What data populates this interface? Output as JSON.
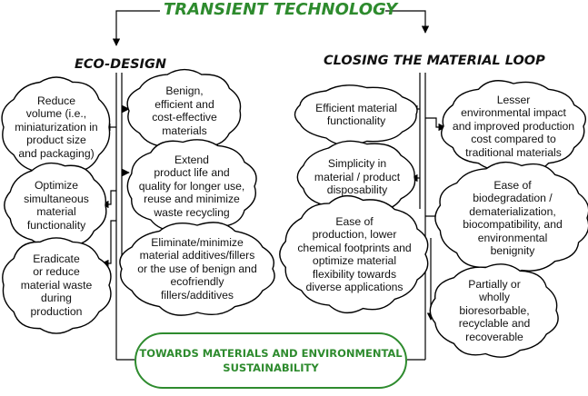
{
  "title": "TRANSIENT TECHNOLOGY",
  "sections": {
    "eco_design": "ECO-DESIGN",
    "closing_loop": "CLOSING THE MATERIAL LOOP"
  },
  "eco_design_left": [
    "Reduce\nvolume (i.e.,\nminiaturization in\nproduct size\nand packaging)",
    "Optimize\nsimultaneous\nmaterial\nfunctionality",
    "Eradicate\nor reduce\nmaterial waste\nduring\nproduction"
  ],
  "eco_design_center": [
    "Benign,\nefficient and\ncost-effective\nmaterials",
    "Extend\nproduct life and\nquality for longer use,\nreuse and minimize\nwaste recycling",
    "Eliminate/minimize\nmaterial additives/fillers\nor the use of benign and\necofriendly\nfillers/additives"
  ],
  "closing_center": [
    "Efficient material\nfunctionality",
    "Simplicity in\nmaterial / product\ndisposability",
    "Ease of\nproduction, lower\nchemical footprints and\noptimize material\nflexibility towards\ndiverse applications"
  ],
  "closing_right": [
    "Lesser\nenvironmental impact\nand improved production\ncost compared to\ntraditional materials",
    "Ease of\nbiodegradation /\ndematerialization,\nbiocompatibility, and\nenvironmental\nbenignity",
    "Partially or\nwholly\nbioresorbable,\nrecyclable and\nrecoverable"
  ],
  "goal": "TOWARDS MATERIALS AND ENVIRONMENTAL\nSUSTAINABILITY",
  "colors": {
    "title_green": "#2e8b2e",
    "header_text": "#111111",
    "outline": "#000000"
  }
}
